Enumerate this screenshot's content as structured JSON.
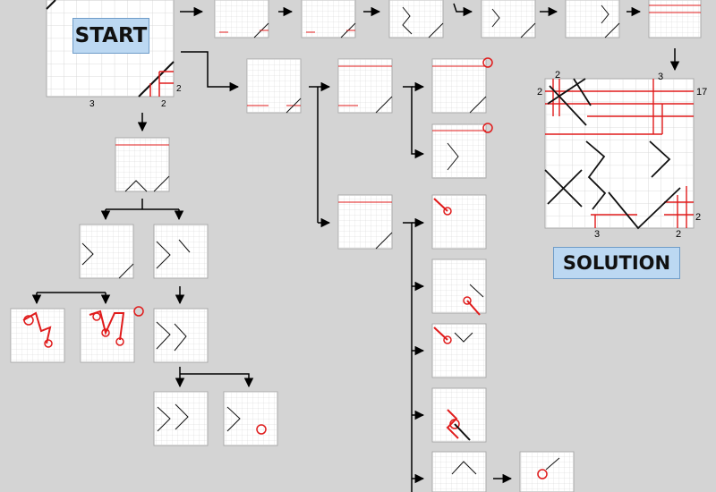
{
  "labels": {
    "start": "START",
    "solution": "SOLUTION"
  },
  "clues": {
    "top_left": "2",
    "top_right": "3",
    "right_top": "17",
    "right_bottom": "2",
    "bottom_left": "3",
    "bottom_right": "2"
  },
  "colors": {
    "background": "#d4d4d4",
    "label_fill": "#bcd8f2",
    "label_border": "#6f9cc8",
    "grid": "#cfcfcf",
    "red": "#e01b1b",
    "black": "#111111"
  }
}
